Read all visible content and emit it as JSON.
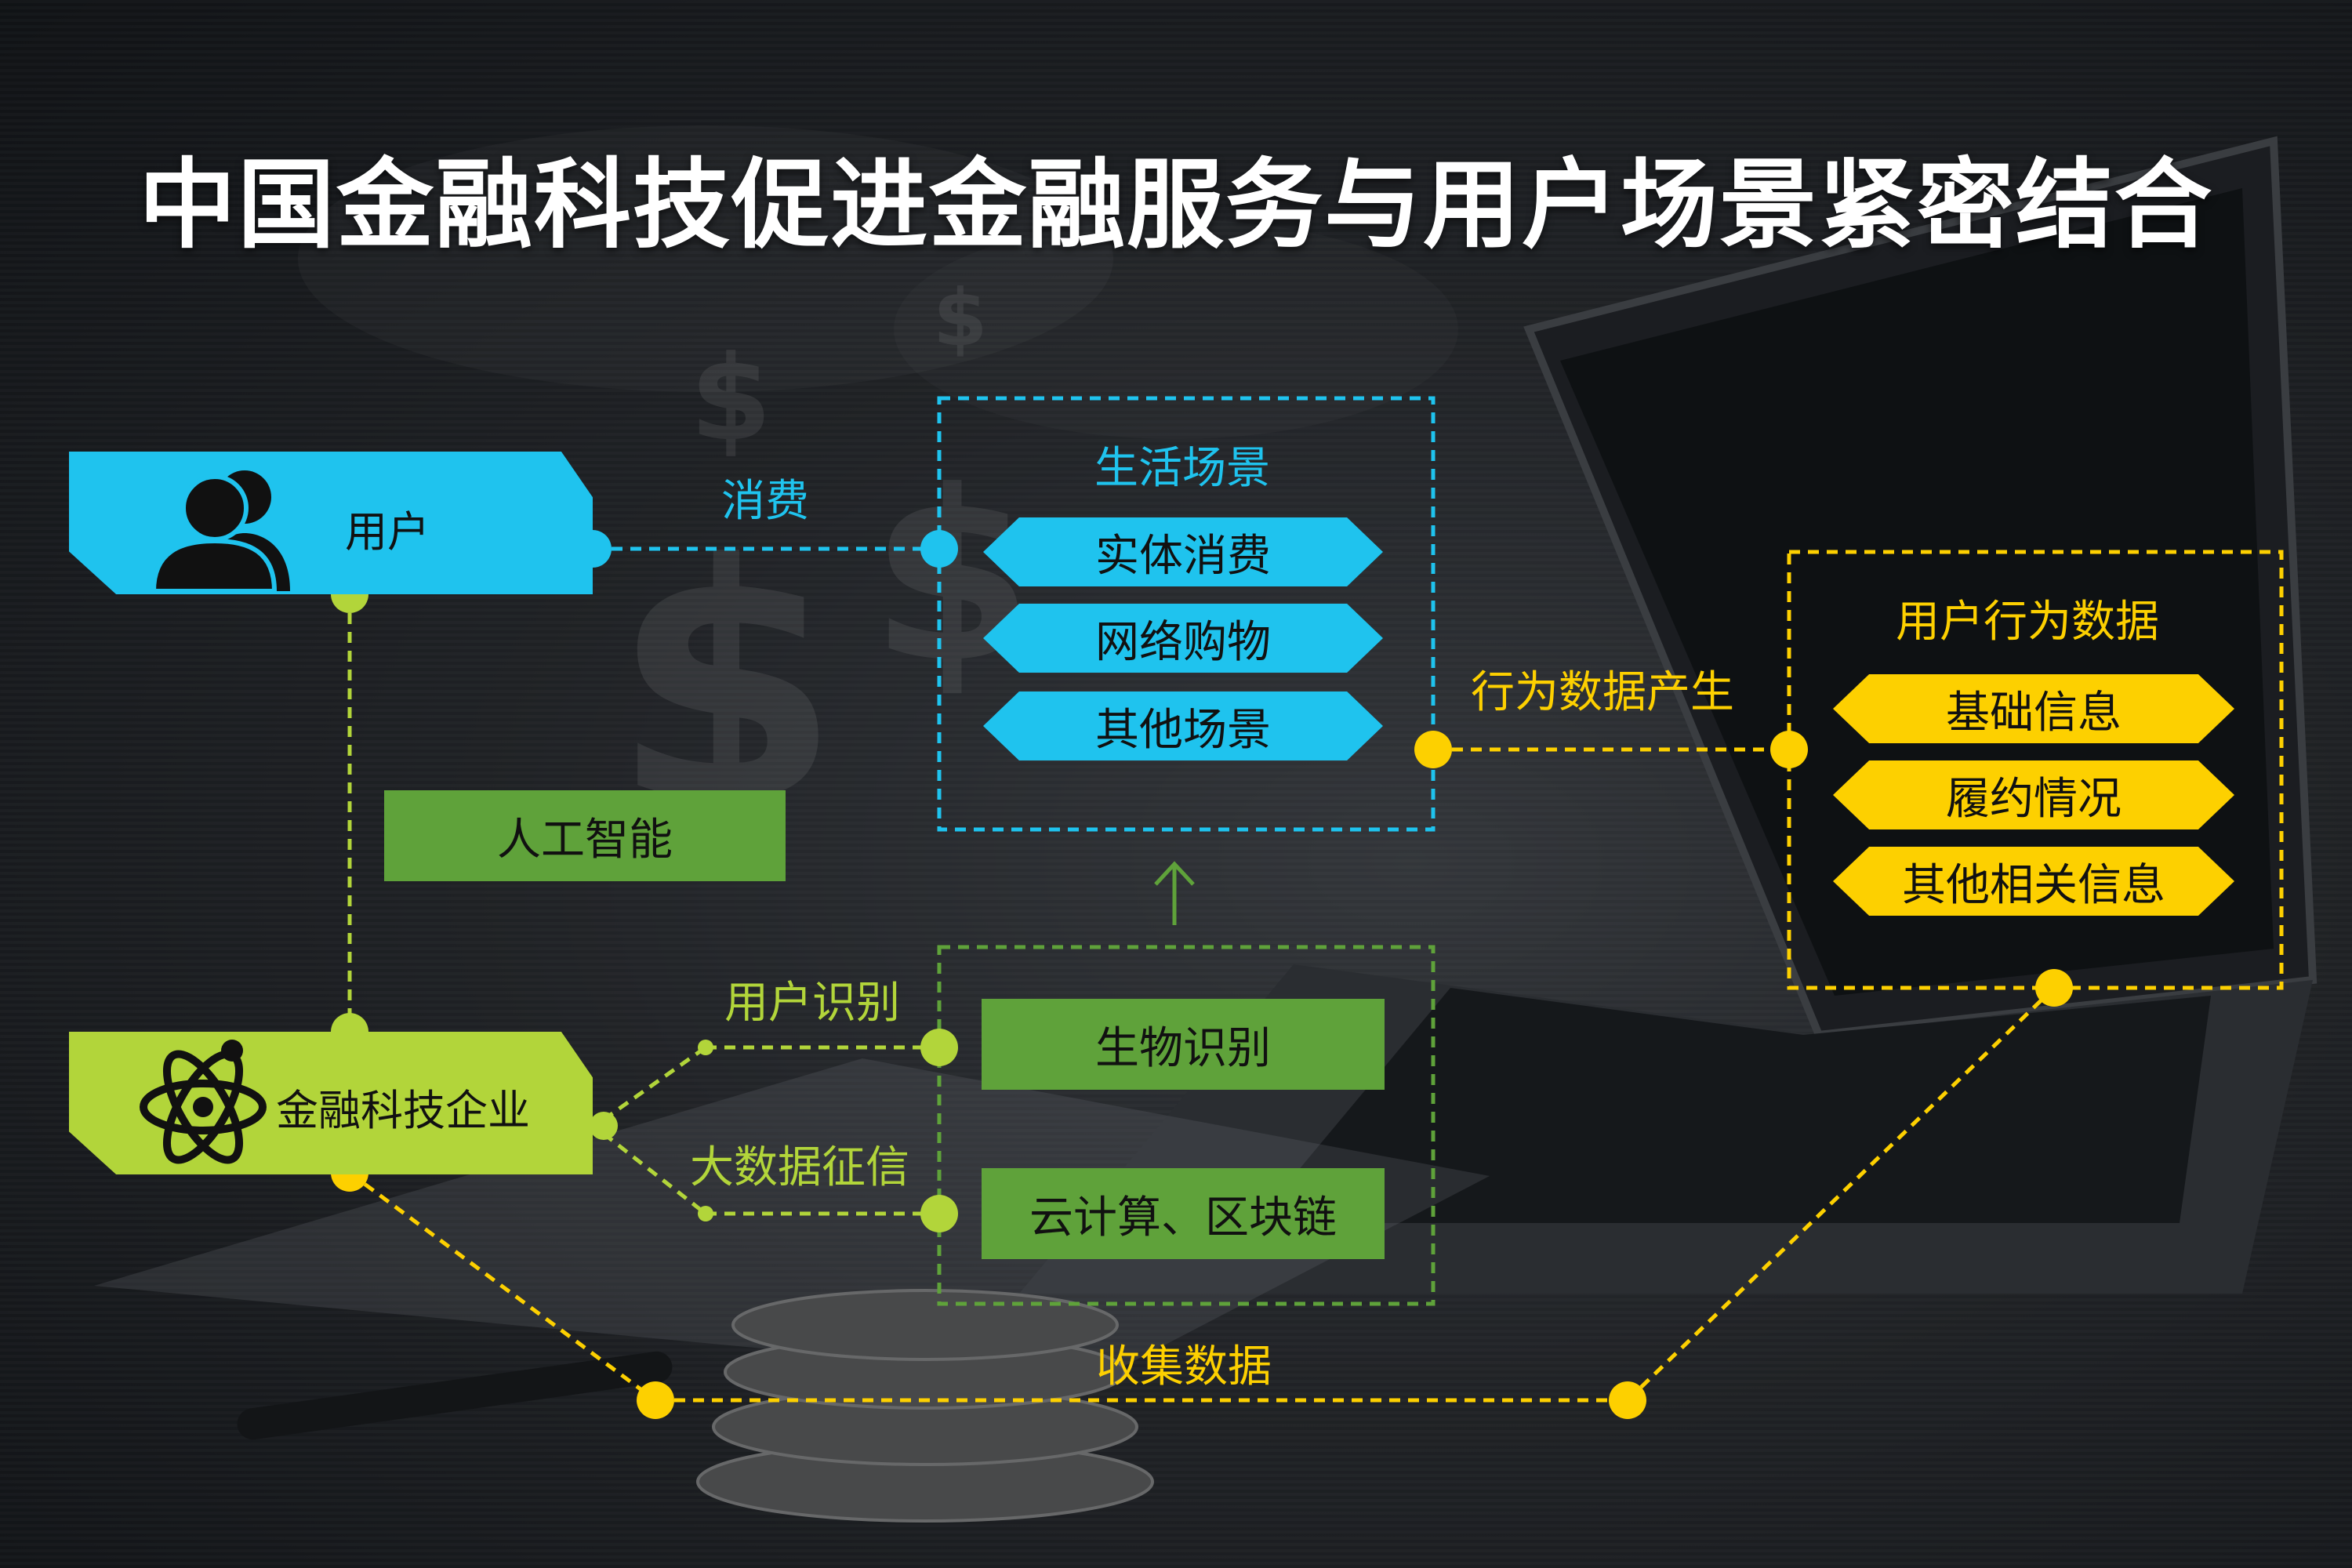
{
  "title": "中国金融科技促进金融服务与用户场景紧密结合",
  "nodes": {
    "user": {
      "label": "用户",
      "icon": "users-icon"
    },
    "fintech": {
      "label": "金融科技企业",
      "icon": "atom-icon"
    },
    "ai": {
      "label": "人工智能"
    },
    "life_scenes": {
      "title": "生活场景",
      "items": [
        "实体消费",
        "网络购物",
        "其他场景"
      ]
    },
    "behavior_data": {
      "title": "用户行为数据",
      "items": [
        "基础信息",
        "履约情况",
        "其他相关信息"
      ]
    },
    "tech": {
      "items": [
        "生物识别",
        "云计算、区块链"
      ]
    }
  },
  "edges": {
    "consume": "消费",
    "behavior_generate": "行为数据产生",
    "user_identify": "用户识别",
    "credit": "大数据征信",
    "collect": "收集数据"
  },
  "colors": {
    "cyan": "#1fc3ee",
    "yellow": "#fdd000",
    "lime": "#b2d53a",
    "green": "#5fa23a"
  }
}
